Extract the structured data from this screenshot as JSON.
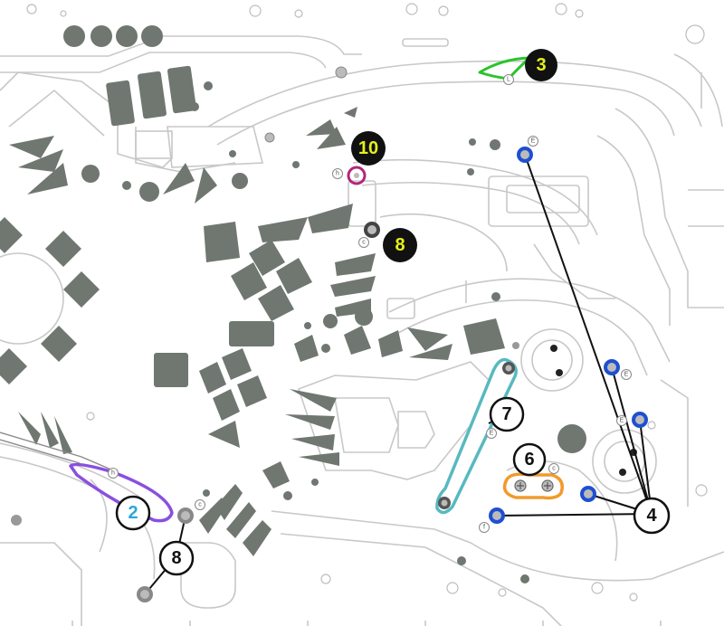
{
  "colors": {
    "background": "#ffffff",
    "outline": "#c8c8c8",
    "shape": "#6f7770",
    "post_black": "#444444",
    "post_blue": "#1f4fd1",
    "post_gray": "#9a9a9a",
    "band_green": "#2bc42b",
    "band_purple": "#8a4fe0",
    "band_teal": "#58b9c0",
    "band_orange": "#f19a2b",
    "band_magenta": "#b0287a",
    "callout_dark": "#111111",
    "callout_light": "#ffffff",
    "text_yellow": "#e6f01a",
    "text_blue": "#2aa6e0",
    "text_black": "#111111"
  },
  "callouts": [
    {
      "id": "3",
      "label": "3",
      "style": "dark"
    },
    {
      "id": "10",
      "label": "10",
      "style": "dark"
    },
    {
      "id": "8-top",
      "label": "8",
      "style": "dark"
    },
    {
      "id": "7",
      "label": "7",
      "style": "light"
    },
    {
      "id": "6",
      "label": "6",
      "style": "light"
    },
    {
      "id": "4",
      "label": "4",
      "style": "light"
    },
    {
      "id": "2",
      "label": "2",
      "style": "light-blue"
    },
    {
      "id": "8-bottom",
      "label": "8",
      "style": "light"
    }
  ],
  "post_letters": {
    "l": "L",
    "h": "h",
    "c": "c",
    "e": "E",
    "f": "f"
  }
}
